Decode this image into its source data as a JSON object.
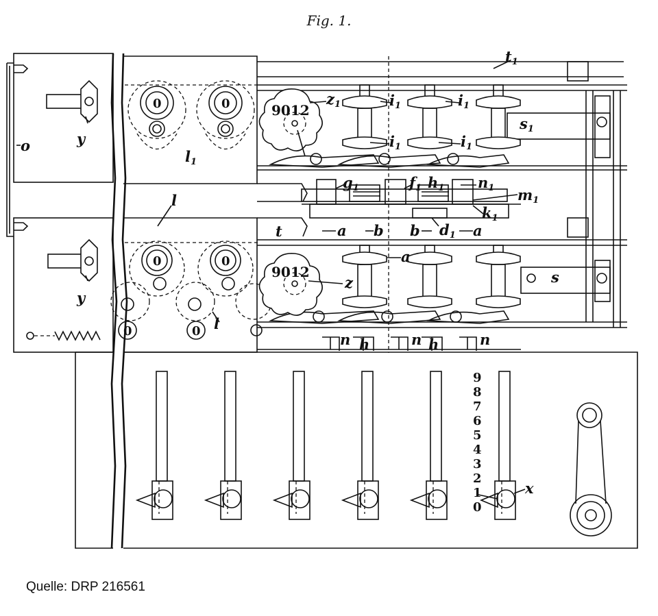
{
  "figure": {
    "title": "Fig. 1."
  },
  "source": "Quelle: DRP 216561",
  "labels": {
    "t1": "t",
    "s1": "s",
    "z1": "z",
    "i1": "i",
    "l1": "l",
    "g1": "g",
    "f1": "f",
    "h1": "h",
    "n1": "n",
    "m1": "m",
    "k1": "k",
    "d1": "d",
    "o": "o",
    "y": "y",
    "l": "l",
    "t": "t",
    "a": "a",
    "b": "b",
    "s": "s",
    "z": "z",
    "h": "h",
    "n": "n",
    "x": "x",
    "subscript": "1"
  },
  "wheel_digits": {
    "upper": "9012",
    "lower": "9012"
  },
  "register_digit": "0",
  "scale_digits": [
    "9",
    "8",
    "7",
    "6",
    "5",
    "4",
    "3",
    "2",
    "1",
    "0"
  ]
}
